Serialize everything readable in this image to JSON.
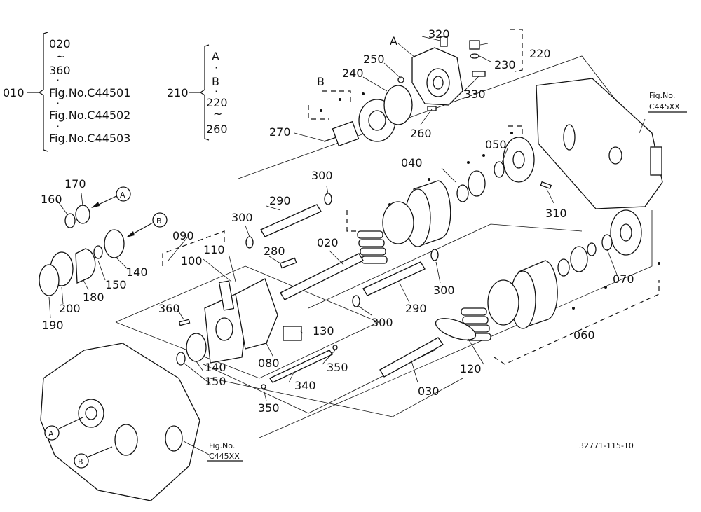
{
  "labels": {
    "p010": "010",
    "p020": "020",
    "p020b": "020",
    "p030": "030",
    "p040": "040",
    "p050": "050",
    "p060": "060",
    "p070": "070",
    "p080": "080",
    "p090": "090",
    "p100": "100",
    "p110": "110",
    "p120": "120",
    "p130": "130",
    "p140a": "140",
    "p140b": "140",
    "p150a": "150",
    "p150b": "150",
    "p160": "160",
    "p170": "170",
    "p180": "180",
    "p190": "190",
    "p200": "200",
    "p210": "210",
    "p220": "220",
    "p220b": "220",
    "p230": "230",
    "p240": "240",
    "p250": "250",
    "p260": "260",
    "p260b": "260",
    "p270": "270",
    "p280": "280",
    "p290a": "290",
    "p290b": "290",
    "p300a": "300",
    "p300b": "300",
    "p300c": "300",
    "p300d": "300",
    "p310": "310",
    "p320": "320",
    "p330": "330",
    "p340": "340",
    "p350a": "350",
    "p350b": "350",
    "p360a": "360",
    "p360b": "360",
    "A": "A",
    "B": "B"
  },
  "legend010": {
    "tilde": "~",
    "dot": "·",
    "fig1": "Fig.No.C44501",
    "fig2": "Fig.No.C44502",
    "fig3": "Fig.No.C44503"
  },
  "legend210": {
    "a": "A",
    "b": "B",
    "dot": "·",
    "tilde": "~"
  },
  "figref": {
    "top_label": "Fig.No.",
    "top_code": "C445XX",
    "bottom_label": "Fig.No.",
    "bottom_code": "C445XX"
  },
  "callouts": {
    "A": "A",
    "B": "B"
  },
  "drawing_number": "32771-115-10"
}
